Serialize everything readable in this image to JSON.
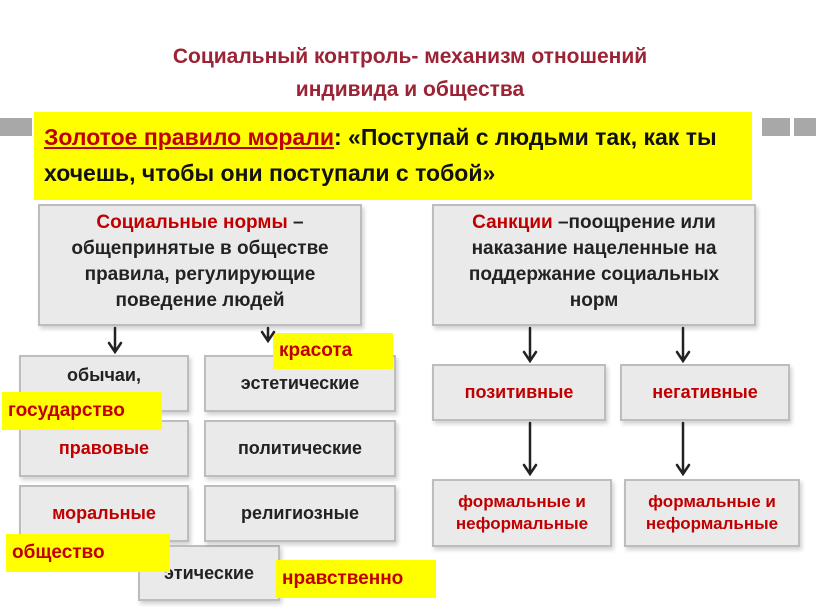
{
  "title": {
    "line1": "Социальный контроль- механизм отношений",
    "line2": "индивида и общества"
  },
  "golden_rule": {
    "name": "Золотое правило морали",
    "text_suffix": ": «Поступай с людьми так, как ты хочешь, чтобы они поступали с тобой»"
  },
  "norms": {
    "term": "Социальные нормы",
    "definition": " – общепринятые в обществе правила, регулирующие поведение людей"
  },
  "sanctions": {
    "term": "Санкции",
    "definition": " –поощрение или наказание нацеленные на поддержание социальных норм"
  },
  "norm_types": {
    "customs": "обычаи,",
    "legal": "правовые",
    "moral": "моральные",
    "ethical": "этические",
    "aesthetic": "эстетические",
    "political": "политические",
    "religious": "религиозные"
  },
  "sanction_types": {
    "positive": "позитивные",
    "negative": "негативные",
    "formal_left_1": "формальные и",
    "formal_left_2": "неформальные",
    "formal_right_1": "формальные и",
    "formal_right_2": "неформальные"
  },
  "labels": {
    "beauty": "красота",
    "state": "государство",
    "society": "общество",
    "morality": "нравственно"
  }
}
